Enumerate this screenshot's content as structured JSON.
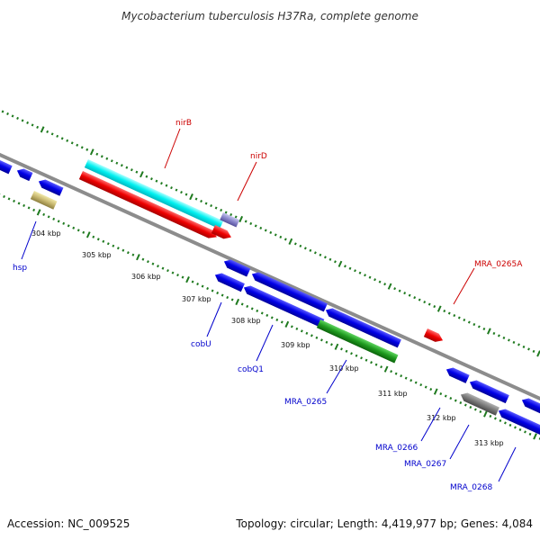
{
  "title": "Mycobacterium tuberculosis H37Ra, complete genome",
  "footer": {
    "accession": "Accession: NC_009525",
    "summary": "Topology: circular; Length: 4,419,977 bp; Genes: 4,084"
  },
  "colors": {
    "background": "#ffffff",
    "backbone": "#8c8c8c",
    "tick": "#1f7a1f",
    "forward_label": "#cc0000",
    "reverse_label": "#0000cc"
  },
  "scale_labels": [
    "304 kbp",
    "305 kbp",
    "306 kbp",
    "307 kbp",
    "308 kbp",
    "309 kbp",
    "310 kbp",
    "311 kbp",
    "312 kbp",
    "313 kbp"
  ],
  "gene_labels": {
    "nirB": "nirB",
    "nirD": "nirD",
    "MRA_0265A": "MRA_0265A",
    "hsp": "hsp",
    "cobU": "cobU",
    "cobQ1": "cobQ1",
    "MRA_0265": "MRA_0265",
    "MRA_0266": "MRA_0266",
    "MRA_0267": "MRA_0267",
    "MRA_0268": "MRA_0268"
  }
}
